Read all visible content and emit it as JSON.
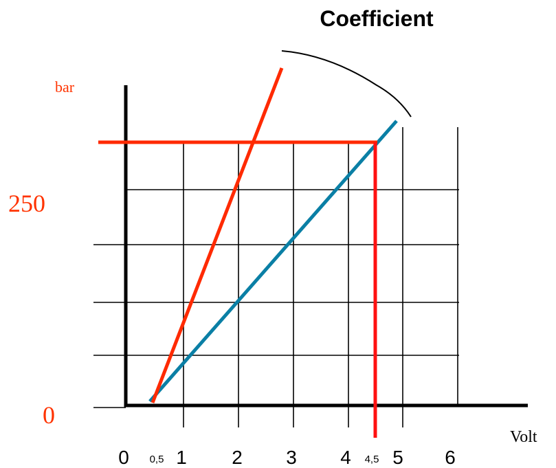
{
  "title": "Coefficient",
  "y_unit_label": "bar",
  "x_unit_label": "Volt",
  "y_ticks": [
    "250",
    "0"
  ],
  "x_ticks": [
    "0",
    "0,5",
    "1",
    "2",
    "3",
    "4",
    "4,5",
    "5",
    "6"
  ],
  "colors": {
    "axis": "#000000",
    "grid": "#000000",
    "red_series": "#ff2a00",
    "blue_series": "#0a7fa5",
    "marker": "#ff1111",
    "y_labels": "#ff3300"
  }
}
